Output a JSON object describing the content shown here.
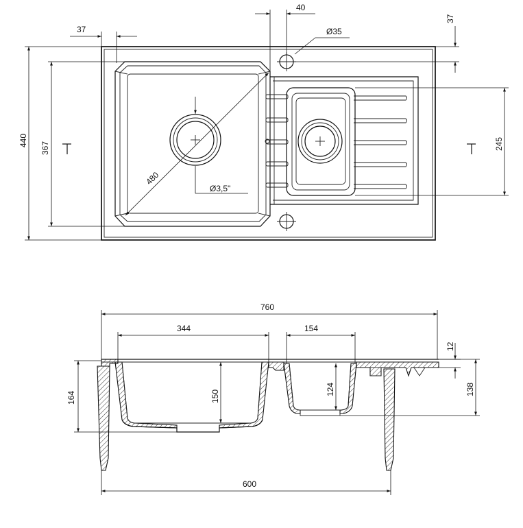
{
  "dimensions": {
    "top_view": {
      "overall_depth": "440",
      "bowl_depth": "367",
      "bowl_offset_left": "37",
      "tap_hole_offset": "40",
      "tap_hole_diameter": "Ø35",
      "tap_hole_offset_top": "37",
      "small_bowl_depth": "245",
      "diagonal": "480",
      "drain_diameter": "Ø3,5\""
    },
    "section_view": {
      "overall_width": "760",
      "big_bowl_width": "344",
      "small_bowl_width": "154",
      "drainer_thickness": "12",
      "rim_height": "164",
      "big_bowl_height": "150",
      "small_bowl_height": "124",
      "total_height_right": "138",
      "cabinet_width": "600"
    }
  }
}
